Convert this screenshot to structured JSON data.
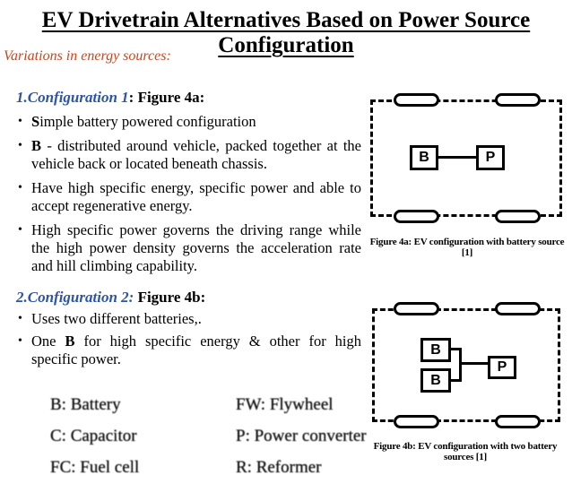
{
  "colors": {
    "accent_blue": "#2E55A3",
    "accent_red": "#C2491F",
    "ink": "#000000"
  },
  "bullet_char": "•",
  "title": "EV Drivetrain Alternatives Based on Power Source Configuration",
  "subtitle": "Variations in energy sources:",
  "sections": [
    {
      "heading_colored": "1.Configuration 1",
      "heading_black": ": Figure 4a:"
    },
    {
      "heading_colored": "2.Configuration 2:",
      "heading_black": " Figure  4b:"
    }
  ],
  "bullets": {
    "b1": {
      "t1": "",
      "b": "S",
      "t2": "imple battery powered configuration"
    },
    "b2": {
      "t1": "",
      "b": "B",
      "t2": " - distributed around vehicle, packed together at the vehicle back or located beneath chassis."
    },
    "b3": {
      "t1": "Have high specific energy, specific power and able to accept regenerative energy.",
      "b": "",
      "t2": ""
    },
    "b4": {
      "t1": "High specific power governs the driving range while the high power density governs the acceleration rate and hill climbing capability.",
      "b": "",
      "t2": ""
    },
    "b5": {
      "t1": "Uses two different batteries,.",
      "b": "",
      "t2": ""
    },
    "b6": {
      "t1": "One ",
      "b": "B",
      "t2": " for high specific energy & other for high specific power."
    }
  },
  "figure4a": {
    "box_b": "B",
    "box_p": "P",
    "caption": "Figure 4a: EV configuration with battery source [1]"
  },
  "figure4b": {
    "box_b1": "B",
    "box_b2": "B",
    "box_p": "P",
    "caption": "Figure 4b: EV configuration with two battery sources [1]"
  },
  "legend": {
    "left": [
      "B: Battery",
      "C: Capacitor",
      "FC: Fuel cell"
    ],
    "right": [
      "FW: Flywheel",
      "P: Power converter",
      "R: Reformer"
    ]
  }
}
